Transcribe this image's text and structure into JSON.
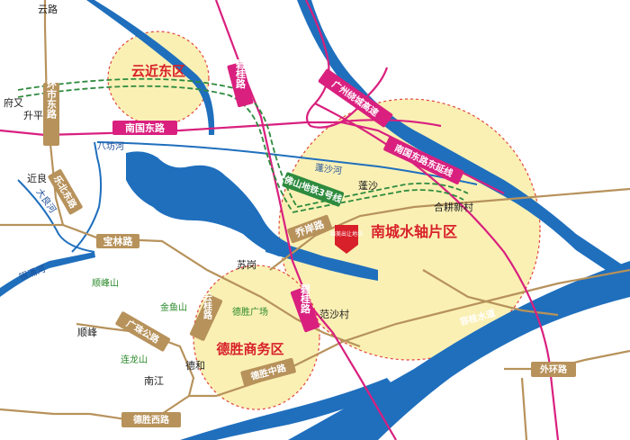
{
  "districts": {
    "yunjin_east": "云近东区",
    "nancheng_axis": "南城水轴片区",
    "desheng_business": "德胜商务区"
  },
  "roads": {
    "huanshi_east": "环市东路",
    "nanguo_east": "南国东路",
    "guangzhu_highway": "广州绕城高速",
    "biguui": "碧桂路",
    "nanguo_east_ext": "南国东路东延线",
    "foshan_metro3": "佛山地铁3号线",
    "qiaoan": "乔岸路",
    "biguui_south": "碧桂路",
    "baolin": "宝林路",
    "lebai": "乐北东路",
    "guangzhu": "广珠公路",
    "xu_yue": "云桂路",
    "desheng_middle": "德胜中路",
    "desheng_west": "德胜西路",
    "outer_ring": "外环路"
  },
  "rivers": {
    "bafang": "八坊河",
    "pengsha": "蓬沙河",
    "dali": "大良河",
    "yinyong": "银涌河",
    "ronggui": "容桂水道"
  },
  "places": {
    "yunlu": "云路",
    "fuyou": "府又",
    "shengping": "升平",
    "jinliang": "近良",
    "pengsha": "蓬沙",
    "hegeng": "合耕新村",
    "sugang": "苏岗",
    "shunfeng_mt": "顺峰山",
    "jinyu_mt": "金鱼山",
    "desheng_sq": "德胜广场",
    "fanshacun": "范沙村",
    "shunfeng": "顺峰",
    "lianlong_mt": "连龙山",
    "dehe": "德和",
    "nanjiang": "南江"
  },
  "marker": "锦美出让地块",
  "colors": {
    "river": "#1f6fbd",
    "zone_fill": "#faf0b4",
    "zone_border": "#e2453c",
    "road_tan": "#b7925b",
    "road_magenta": "#d9207f",
    "metro_green": "#2e8b3e",
    "district_text": "#d8202a",
    "place_green": "#2a8a2a"
  }
}
